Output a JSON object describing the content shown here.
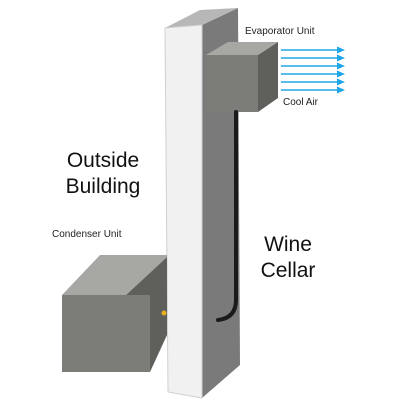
{
  "labels": {
    "evaporator": "Evaporator Unit",
    "cool_air": "Cool Air",
    "condenser": "Condenser Unit",
    "outside_line1": "Outside",
    "outside_line2": "Building",
    "wine_line1": "Wine",
    "wine_line2": "Cellar"
  },
  "colors": {
    "wall_front": "#f1f1f1",
    "wall_side": "#7a7a7a",
    "wall_top": "#b7b7b7",
    "unit_front": "#7c7c78",
    "unit_top": "#a7a7a3",
    "unit_side": "#5f5f5c",
    "air_arrows": "#22a6e8",
    "pipe": "#1a1a1a",
    "indicator": "#e8b020"
  },
  "icons": {
    "air_flow": "arrow-right-icon"
  }
}
